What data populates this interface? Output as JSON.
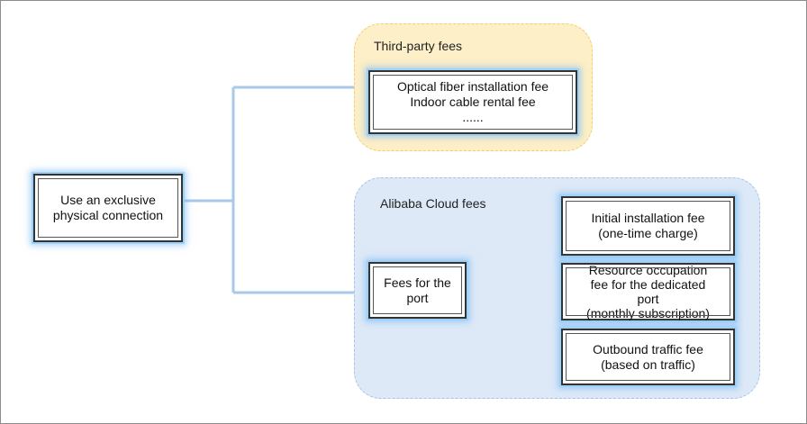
{
  "root": {
    "lines": [
      "Use an exclusive",
      "physical connection"
    ]
  },
  "third_party": {
    "title": "Third-party fees",
    "box_lines": [
      "Optical fiber installation fee",
      "Indoor cable rental fee",
      "......"
    ]
  },
  "alibaba": {
    "title": "Alibaba Cloud fees",
    "port": {
      "lines": [
        "Fees for the",
        "port"
      ]
    },
    "fees": [
      {
        "lines": [
          "Initial installation fee",
          "(one-time charge)"
        ]
      },
      {
        "lines": [
          "Resource occupation",
          "fee for the dedicated",
          "port",
          "(monthly subscription)"
        ]
      },
      {
        "lines": [
          "Outbound traffic fee",
          "(based on traffic)"
        ]
      }
    ]
  },
  "colors": {
    "connector": "#a9c9ea",
    "third_party_bg": "#fdefc7",
    "alibaba_bg": "#dde9f7"
  }
}
